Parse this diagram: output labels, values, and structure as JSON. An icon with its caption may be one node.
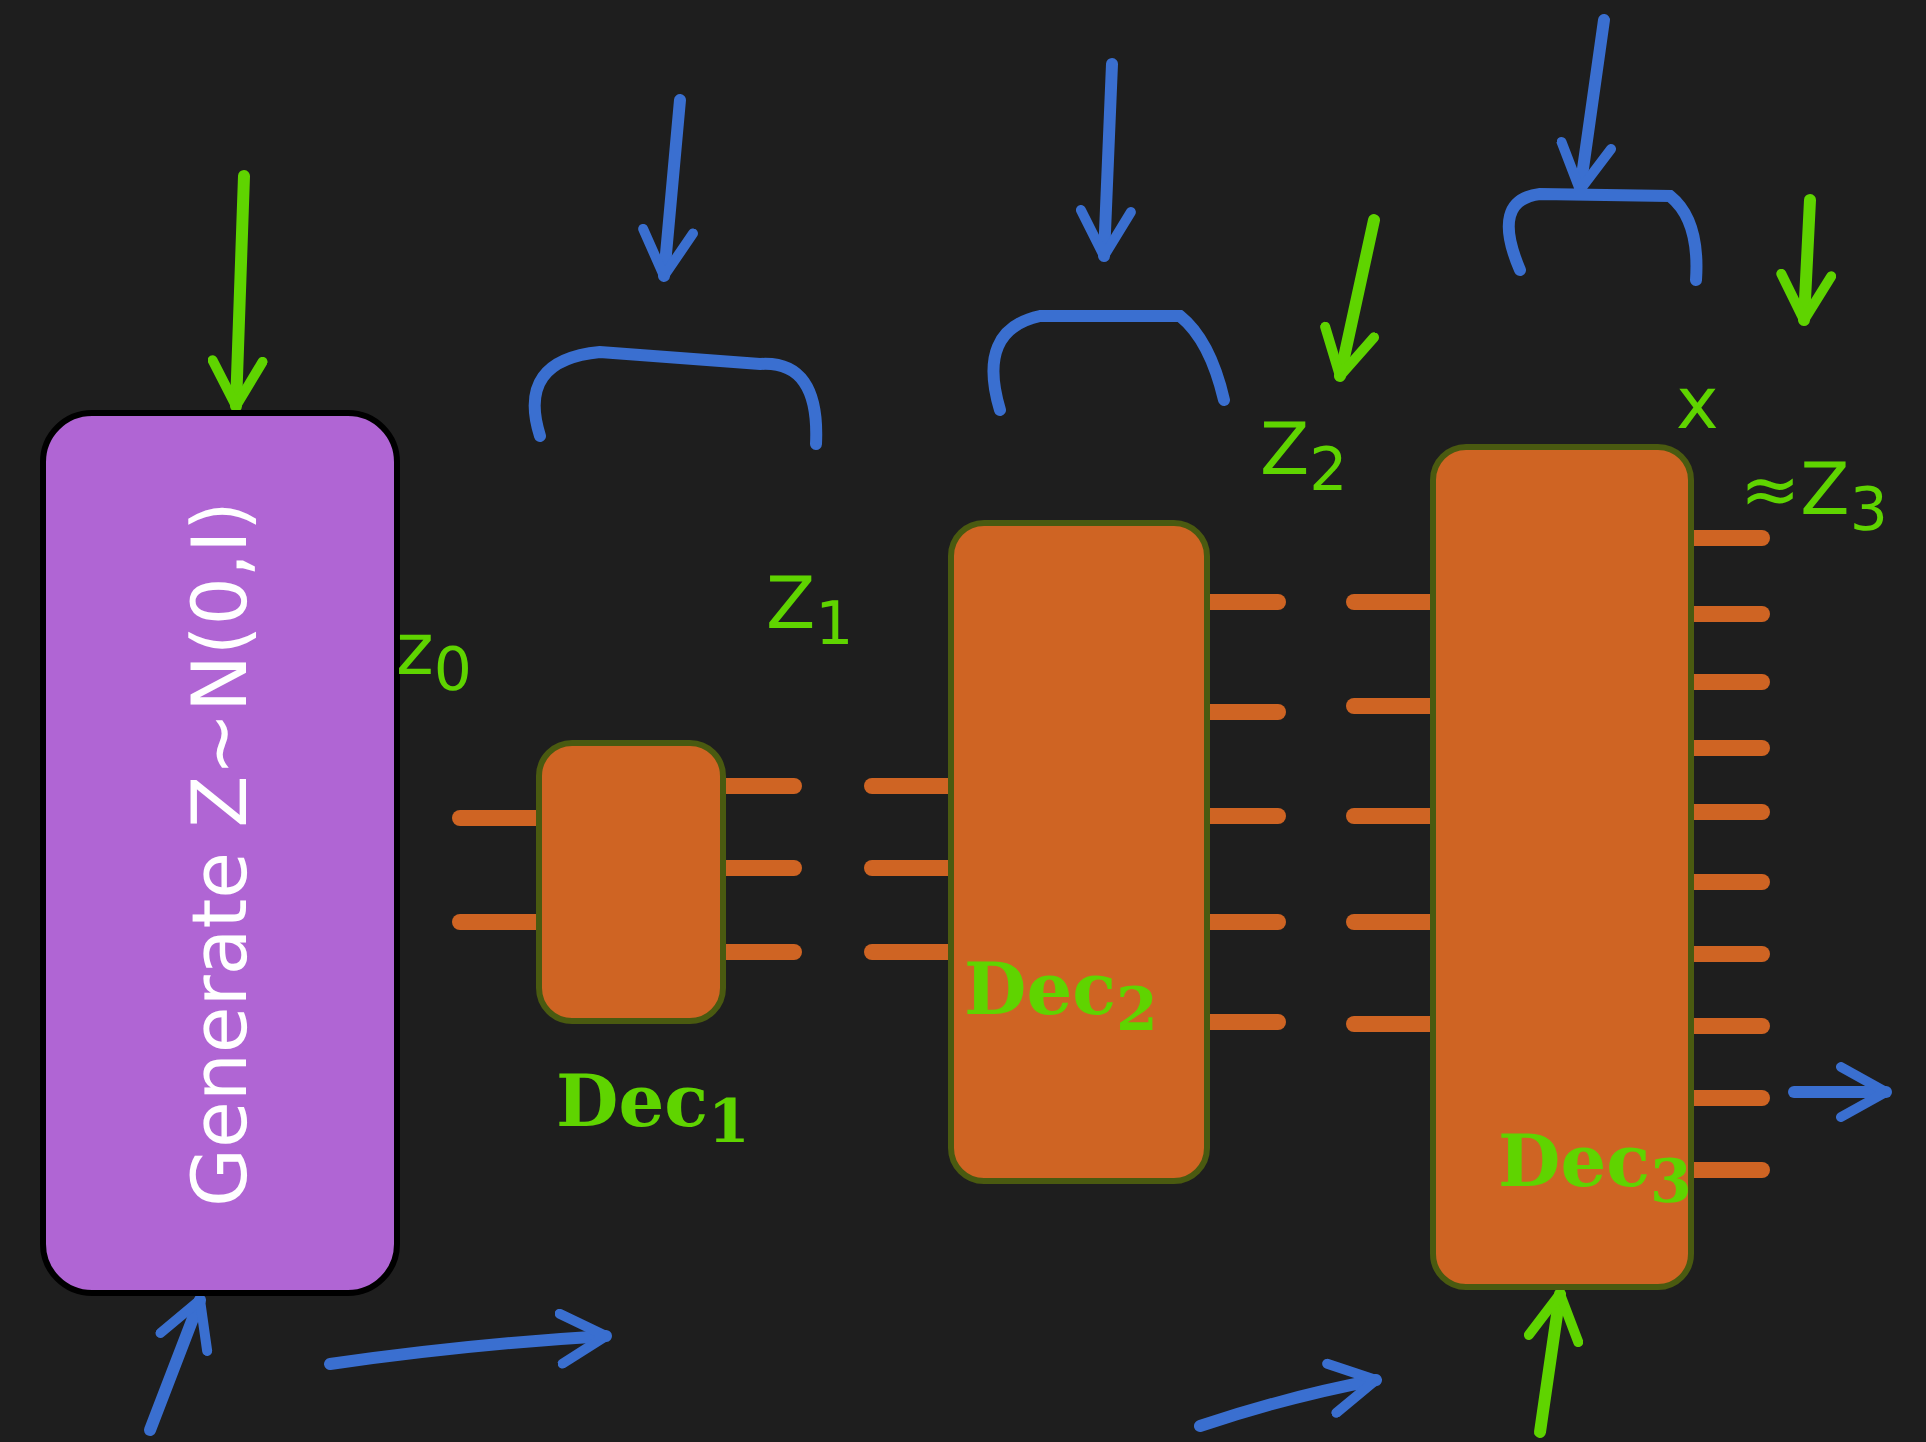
{
  "diagram": {
    "nodes": [
      {
        "text": [
          "Generate Z~N(0,I)"
        ]
      },
      {
        "text": [
          "Dec$_{1}$"
        ]
      },
      {
        "text": [
          "Dec$_{2}$"
        ]
      },
      {
        "text": [
          "Dec$_{3}$"
        ]
      }
    ],
    "edges": [
      {
        "from": null,
        "to": 0,
        "arrow": "to"
      },
      {
        "from": null,
        "to": 0,
        "arrow": "to",
        "color": "#3a6fd0"
      },
      {
        "from": null,
        "to": 3,
        "arrow": "to"
      }
    ],
    "labels": [
      "z$_{0}$",
      "Z$_{1}$",
      "Z$_{2}$",
      "x",
      "≈Z$_{3}$"
    ]
  }
}
